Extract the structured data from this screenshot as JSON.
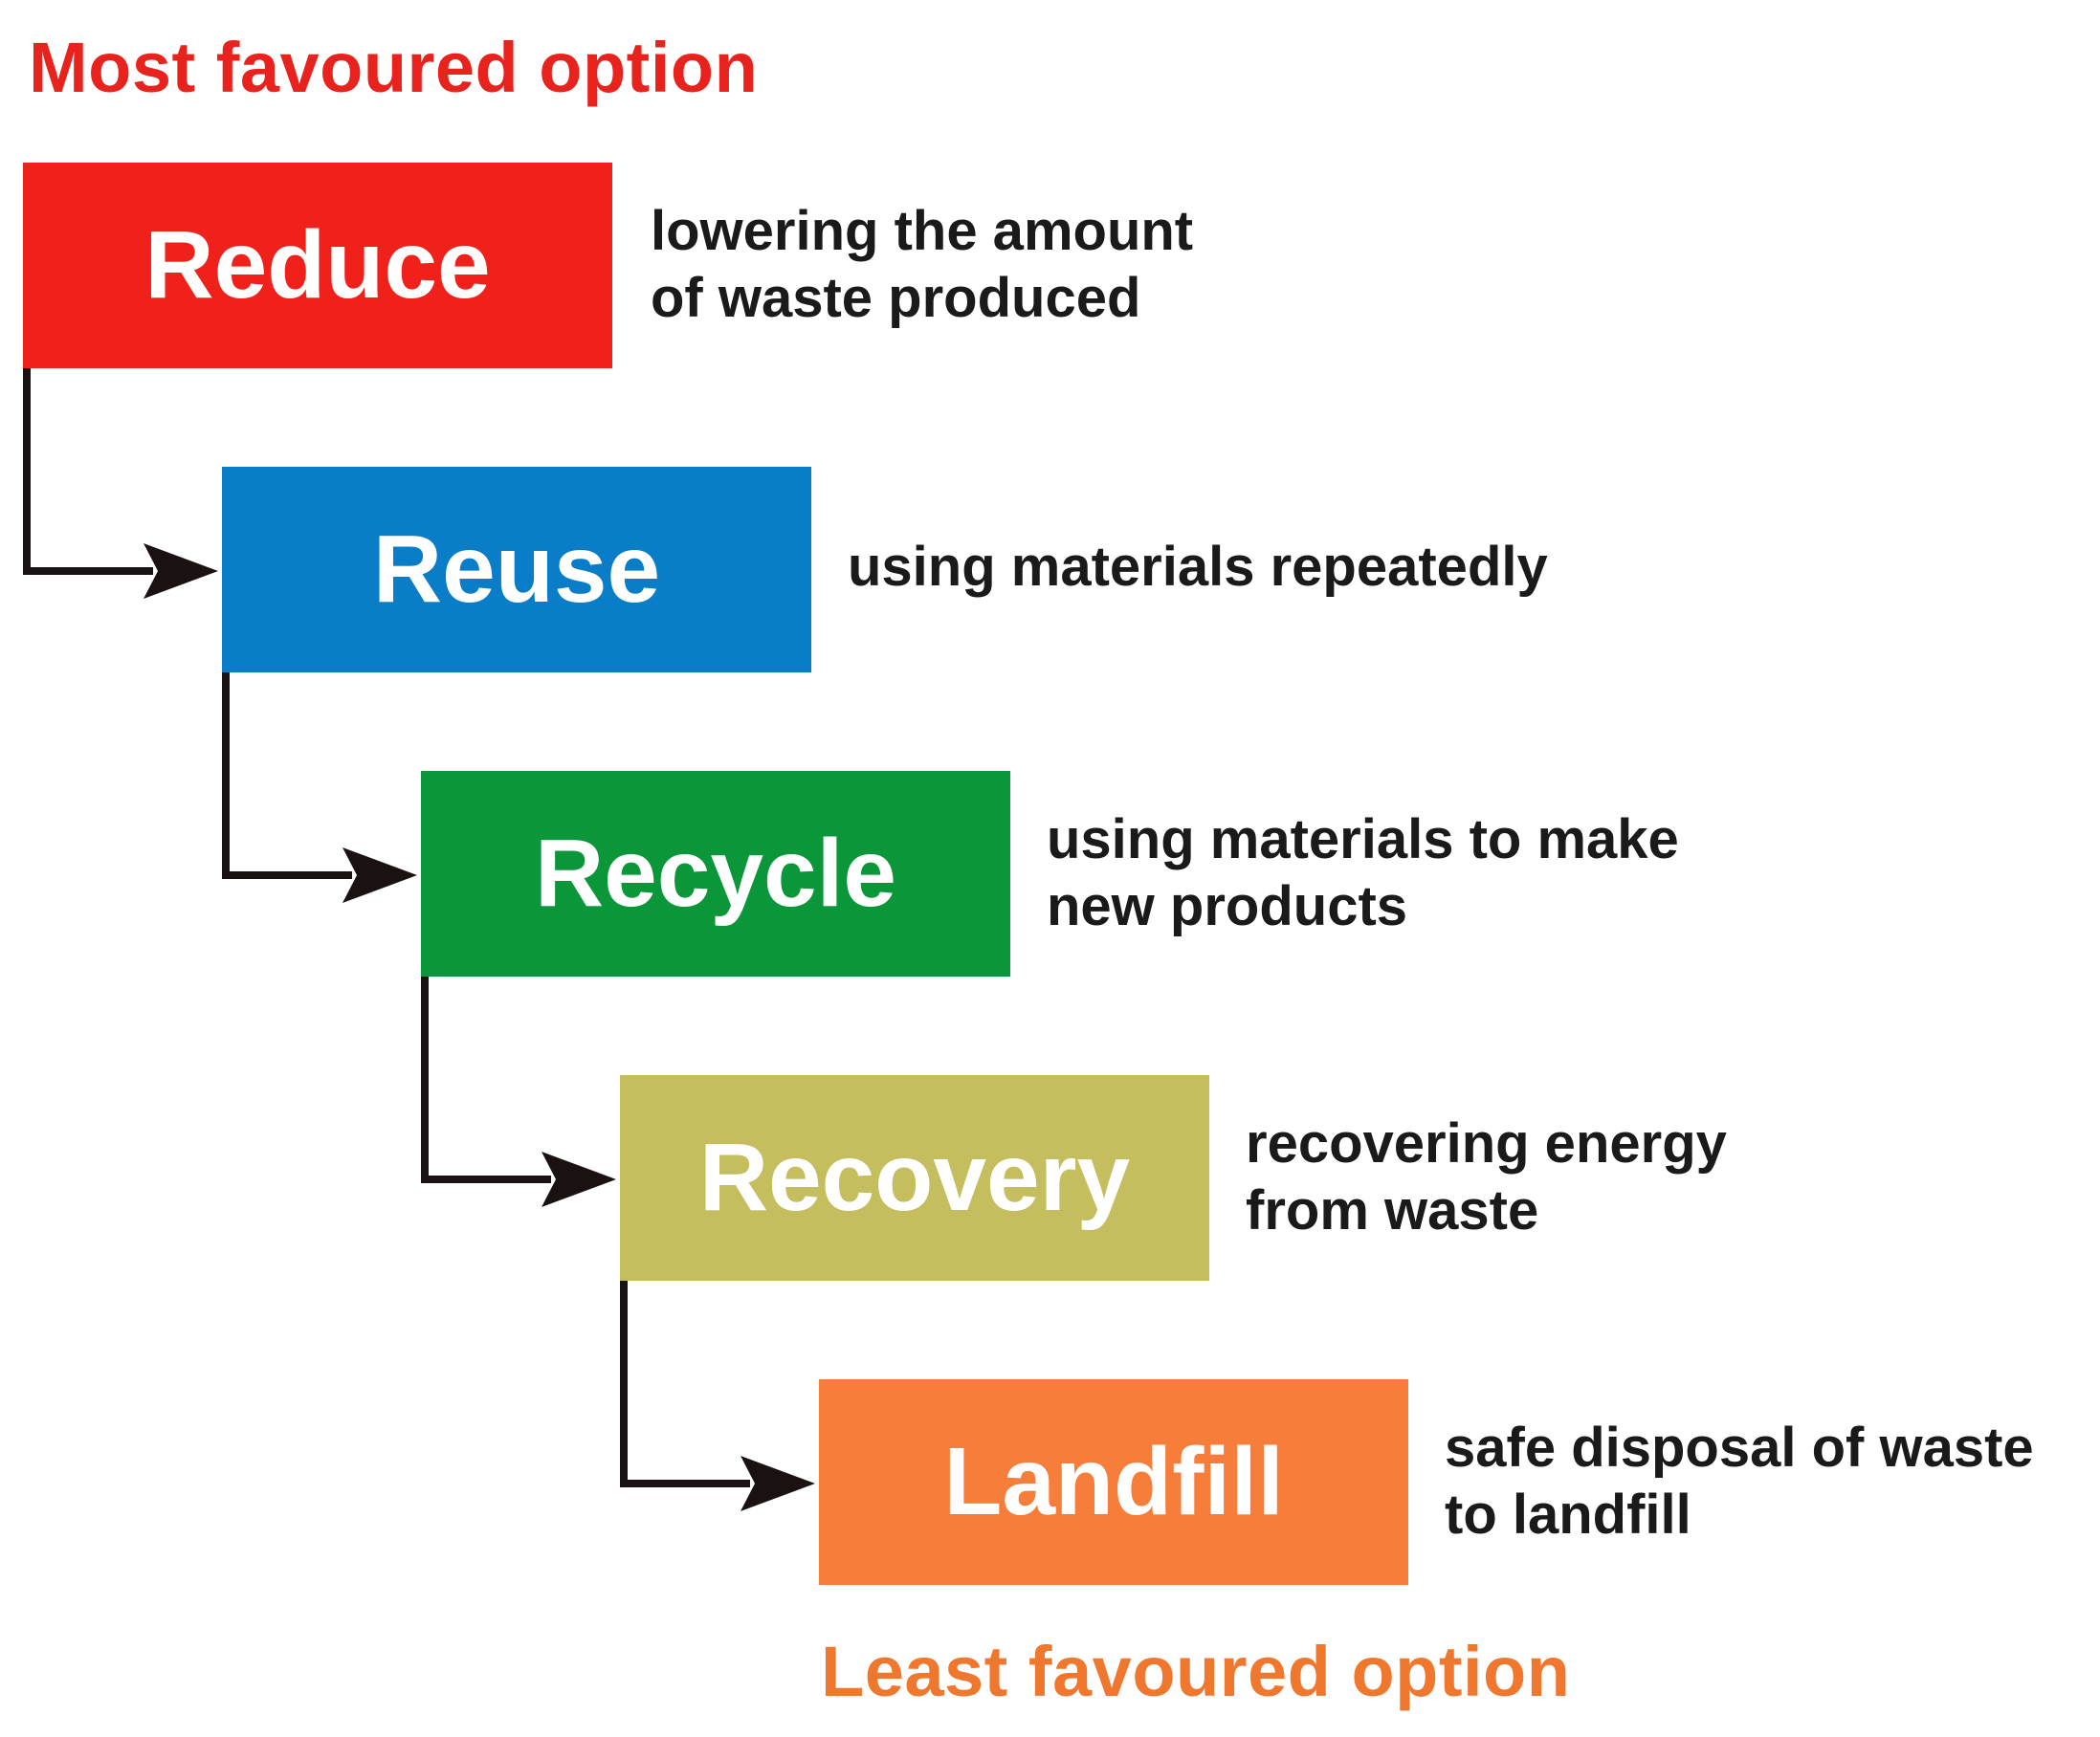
{
  "header": {
    "most_favoured": "Most favoured option"
  },
  "footer": {
    "least_favoured": "Least favoured option"
  },
  "steps": [
    {
      "label": "Reduce",
      "color": "#f0201b",
      "desc": [
        "lowering the amount",
        "of waste produced"
      ]
    },
    {
      "label": "Reuse",
      "color": "#0a7dc8",
      "desc": [
        "using materials repeatedly"
      ]
    },
    {
      "label": "Recycle",
      "color": "#0a9639",
      "desc": [
        "using materials to make",
        "new products"
      ]
    },
    {
      "label": "Recovery",
      "color": "#c4be5e",
      "desc": [
        "recovering energy",
        "from waste"
      ]
    },
    {
      "label": "Landfill",
      "color": "#f77d3a",
      "desc": [
        "safe disposal of waste",
        "to landfill"
      ]
    }
  ]
}
